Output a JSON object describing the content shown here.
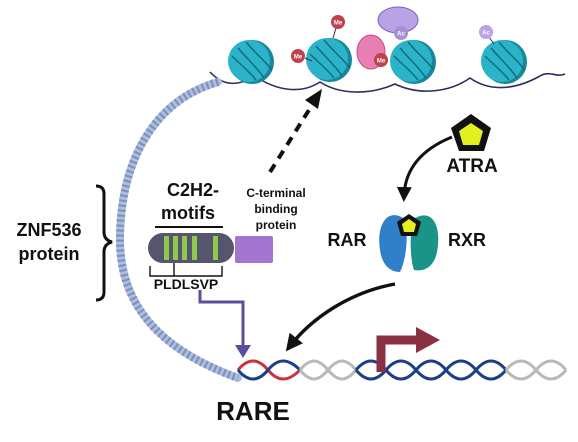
{
  "labels": {
    "protein_line1": "ZNF536",
    "protein_line2": "protein",
    "motif_line1": "C2H2-",
    "motif_line2": "motifs",
    "ctbp_line1": "C-terminal",
    "ctbp_line2": "binding",
    "ctbp_line3": "protein",
    "motif_seq": "PLDLSVP",
    "atra": "ATRA",
    "rar": "RAR",
    "rxr": "RXR",
    "rare": "RARE"
  },
  "modifications": {
    "methyl": "Me",
    "acetyl": "Ac"
  },
  "colors": {
    "nucleosome": "#2bb3c9",
    "nucleosome_dark": "#17879b",
    "methyl": "#c0414d",
    "acetyl": "#a58fd8",
    "remodeler_pink": "#e87fb3",
    "remodeler_purple": "#b9a2e6",
    "znf_body": "#55556e",
    "znf_stripes": "#8fc84a",
    "ctbp": "#a375d1",
    "atra": "#e4ef1f",
    "rar": "#2f7fc9",
    "rxr": "#1a9487",
    "rare_arrow": "#5b4e9e",
    "tss_arrow": "#8a3040",
    "dna_dark": "#1a3f86",
    "dna_grey": "#b9b9b9",
    "dna_red": "#c9343b"
  },
  "icons": [
    "nucleosome-icon",
    "methyl-mark-icon",
    "acetyl-mark-icon",
    "atra-molecule-icon",
    "transcription-arrow-icon",
    "dna-helix-icon"
  ]
}
